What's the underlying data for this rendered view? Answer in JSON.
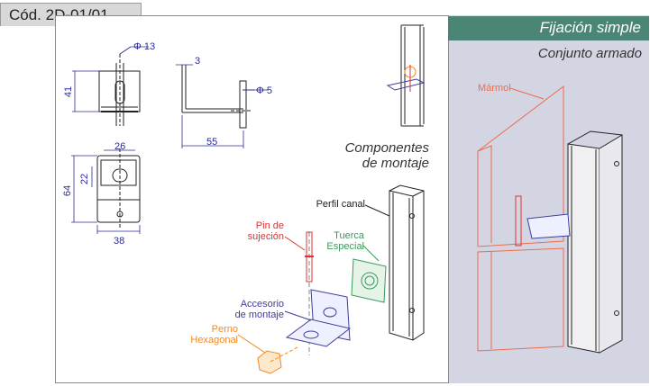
{
  "code": "Cód. 2D-01/01",
  "panel": {
    "title": "Fijación simple",
    "subtitle": "Conjunto armado",
    "marmol": "Mármol"
  },
  "components_title": [
    "Componentes",
    "de montaje"
  ],
  "labels": {
    "perfil": "Perfil canal",
    "pin": [
      "Pin de",
      "sujeción"
    ],
    "tuerca": [
      "Tuerca",
      "Especial"
    ],
    "accesorio": [
      "Accesorio",
      "de montaje"
    ],
    "perno": [
      "Perno",
      "Hexagonal"
    ]
  },
  "dims": {
    "d13": "Φ 13",
    "d3": "3",
    "d5": "Φ 5",
    "d41": "41",
    "d55": "55",
    "d26": "26",
    "d22": "22",
    "d64": "64",
    "d38": "38"
  },
  "colors": {
    "orange": "#ef6a4c",
    "blue": "#3d3d9e",
    "green": "#3a9a5a",
    "red": "#e03030",
    "hex": "#f08a20",
    "dim_blue": "#2a2a9a"
  }
}
